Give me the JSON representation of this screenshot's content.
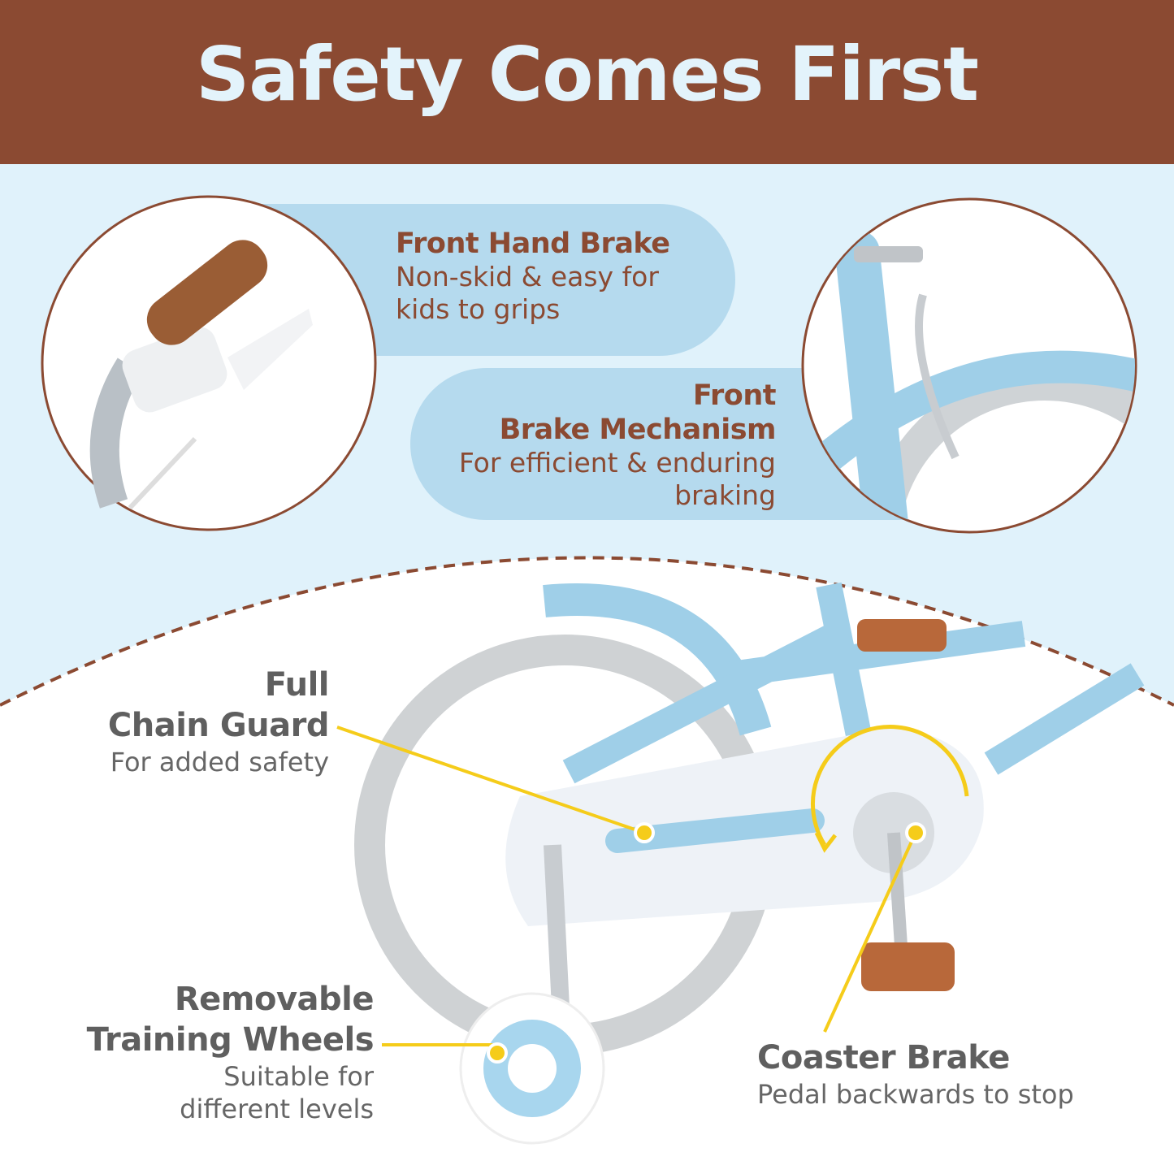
{
  "header": {
    "title": "Safety Comes First"
  },
  "colors": {
    "brand_brown": "#8B4A32",
    "light_blue": "#E0F2FB",
    "pill_blue": "#B5DAEE",
    "bike_blue": "#9FCFE8",
    "accent_yellow": "#F5CC1A"
  },
  "features": {
    "front_hand_brake": {
      "title": "Front Hand Brake",
      "desc_lines": [
        "Non-skid & easy for",
        "kids to grips"
      ]
    },
    "front_brake_mechanism": {
      "title_lines": [
        "Front",
        "Brake Mechanism"
      ],
      "desc_lines": [
        "For efficient & enduring",
        "braking"
      ]
    },
    "chain_guard": {
      "title_lines": [
        "Full",
        "Chain Guard"
      ],
      "desc": "For added safety"
    },
    "training_wheels": {
      "title_lines": [
        "Removable",
        "Training Wheels"
      ],
      "desc_lines": [
        "Suitable for",
        "different levels"
      ]
    },
    "coaster_brake": {
      "title": "Coaster Brake",
      "desc": "Pedal backwards to stop"
    }
  },
  "images": {
    "hand_brake": "hand-brake-closeup",
    "front_brake": "front-caliper-brake-closeup",
    "bike": "kids-bike-rear-view"
  }
}
